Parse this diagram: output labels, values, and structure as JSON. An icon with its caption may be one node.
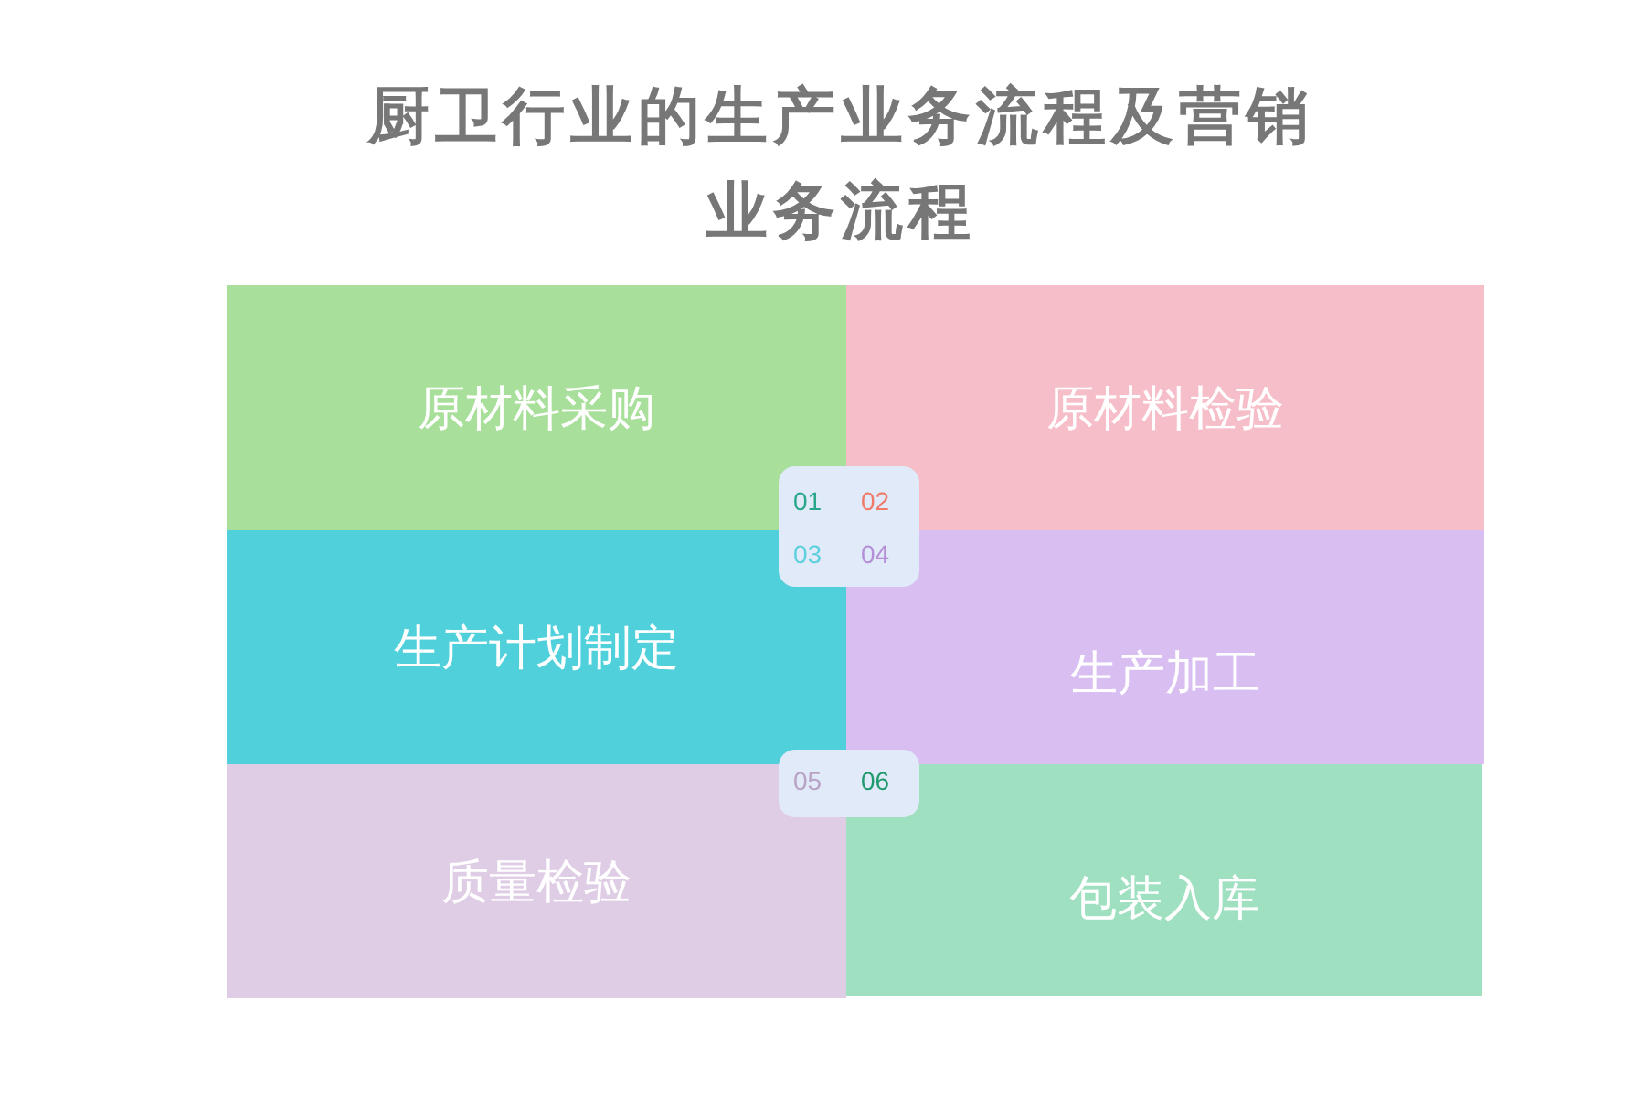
{
  "diagram": {
    "title": "厨卫行业的生产业务流程及营销业务流程",
    "nodes": [
      {
        "text": [
          "原材料采购"
        ]
      },
      {
        "text": [
          "原材料检验"
        ]
      },
      {
        "text": [
          "生产计划制定"
        ]
      },
      {
        "text": [
          "生产加工"
        ]
      },
      {
        "text": [
          "质量检验"
        ]
      },
      {
        "text": [
          "包装入库"
        ]
      }
    ],
    "labels": [
      "01",
      "02",
      "03",
      "04",
      "05",
      "06"
    ]
  }
}
